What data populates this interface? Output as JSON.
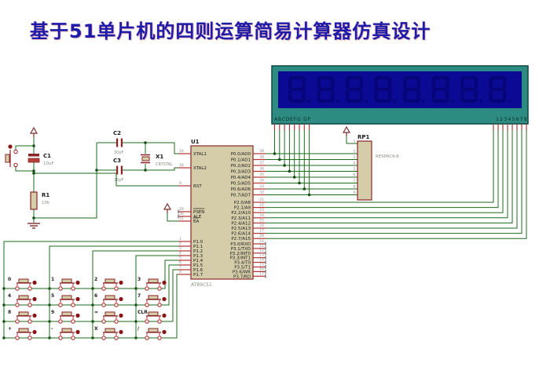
{
  "title": "基于51单片机的四则运算简易计算器仿真设计",
  "colors": {
    "title": "#1c1caa",
    "wire": "#1d6b1d",
    "junction": "#145014",
    "pin": "#b23333",
    "component_outline": "#8b2424",
    "component_fill": "#d5cdaa",
    "display_frame": "#2e8b82",
    "display_frame_border": "#0c4742",
    "display_screen": "#0a0a94",
    "ghost_segment": "#06067a",
    "label": "#1a1a1a",
    "pin_number": "#8a8a8a",
    "value_text": "#8c8c84",
    "symbol": "#7a3030",
    "button_dot": "#8b1515"
  },
  "display": {
    "segment_labels": "ABCDEFG  DP",
    "digit_labels": "12345678",
    "digit_count": 8
  },
  "mcu": {
    "ref": "U1",
    "part": "AT89C51",
    "left_pins": [
      {
        "num": "19",
        "name": "XTAL1"
      },
      {
        "num": "18",
        "name": "XTAL2"
      },
      {
        "num": "9",
        "name": "RST"
      },
      {
        "num": "29",
        "name": "PSEN",
        "bar": true
      },
      {
        "num": "30",
        "name": "ALE"
      },
      {
        "num": "31",
        "name": "EA",
        "bar": true
      },
      {
        "num": "1",
        "name": "P1.0"
      },
      {
        "num": "2",
        "name": "P1.1"
      },
      {
        "num": "3",
        "name": "P1.2"
      },
      {
        "num": "4",
        "name": "P1.3"
      },
      {
        "num": "5",
        "name": "P1.4"
      },
      {
        "num": "6",
        "name": "P1.5"
      },
      {
        "num": "7",
        "name": "P1.6"
      },
      {
        "num": "8",
        "name": "P1.7"
      }
    ],
    "p0_pins": [
      {
        "num": "39",
        "name": "P0.0/AD0"
      },
      {
        "num": "38",
        "name": "P0.1/AD1"
      },
      {
        "num": "37",
        "name": "P0.2/AD2"
      },
      {
        "num": "36",
        "name": "P0.3/AD3"
      },
      {
        "num": "35",
        "name": "P0.4/AD4"
      },
      {
        "num": "34",
        "name": "P0.5/AD5"
      },
      {
        "num": "33",
        "name": "P0.6/AD6"
      },
      {
        "num": "32",
        "name": "P0.7/AD7"
      }
    ],
    "p2_pins": [
      {
        "num": "21",
        "name": "P2.0/A8"
      },
      {
        "num": "22",
        "name": "P2.1/A9"
      },
      {
        "num": "23",
        "name": "P2.2/A10"
      },
      {
        "num": "24",
        "name": "P2.3/A11"
      },
      {
        "num": "25",
        "name": "P2.4/A12"
      },
      {
        "num": "26",
        "name": "P2.5/A13"
      },
      {
        "num": "27",
        "name": "P2.6/A14"
      },
      {
        "num": "28",
        "name": "P2.7/A15"
      }
    ],
    "p3_pins": [
      {
        "num": "10",
        "name": "P3.0/RXD"
      },
      {
        "num": "11",
        "name": "P3.1/TXD"
      },
      {
        "num": "12",
        "name": "P3.2/INT0"
      },
      {
        "num": "13",
        "name": "P3.3/INT1"
      },
      {
        "num": "14",
        "name": "P3.4/T0"
      },
      {
        "num": "15",
        "name": "P3.5/T1"
      },
      {
        "num": "16",
        "name": "P3.6/WR"
      },
      {
        "num": "17",
        "name": "P3.7/RD"
      }
    ]
  },
  "respack": {
    "ref": "RP1",
    "part": "RESPACK-8",
    "pin_numbers": [
      "1",
      "2",
      "3",
      "4",
      "5",
      "6",
      "7",
      "8",
      "9"
    ]
  },
  "parts": {
    "c1": {
      "ref": "C1",
      "value": "10uF"
    },
    "c2": {
      "ref": "C2",
      "value": "30pF"
    },
    "c3": {
      "ref": "C3",
      "value": "30pF"
    },
    "x1": {
      "ref": "X1",
      "value": "CRYSTAL"
    },
    "r1": {
      "ref": "R1",
      "value": "10k"
    }
  },
  "keypad": {
    "rows": [
      [
        "0",
        "1",
        "2",
        "3"
      ],
      [
        "4",
        "5",
        "6",
        "7"
      ],
      [
        "8",
        "9",
        "=",
        "CLR"
      ],
      [
        "+",
        "-",
        "X",
        "/"
      ]
    ]
  }
}
